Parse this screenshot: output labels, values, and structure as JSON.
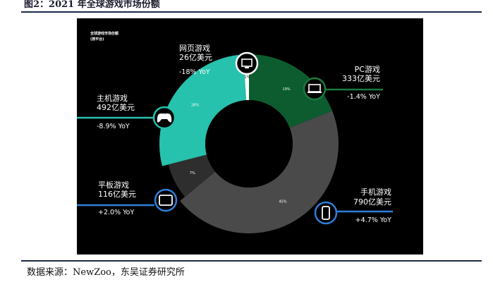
{
  "figure": {
    "title": "图2：2021 年全球游戏市场份额",
    "source": "数据来源：NewZoo，东吴证券研究所"
  },
  "panel": {
    "title_line1": "全球游戏市场份额",
    "title_line2": "(按平台)"
  },
  "colors": {
    "pc": "#0d5c2f",
    "mobile": "#4a4a4a",
    "tablet": "#2e2e2e",
    "console": "#26c2ad",
    "browser": "#ffffff",
    "hole": "#000000",
    "pc_ring": "#1b7a3e",
    "mobile_ring": "#2f7fd9",
    "tablet_ring": "#2f7fd9",
    "console_ring": "#26c2ad",
    "browser_ring": "#ffffff"
  },
  "chart_data": {
    "type": "pie",
    "style": "donut",
    "slices": [
      {
        "key": "pc",
        "name": "PC游戏",
        "value_text": "333亿美元",
        "yoy": "-1.4% YoY",
        "percent_label": "19%",
        "share": 19
      },
      {
        "key": "mobile",
        "name": "手机游戏",
        "value_text": "790亿美元",
        "yoy": "+4.7% YoY",
        "percent_label": "45%",
        "share": 45
      },
      {
        "key": "tablet",
        "name": "平板游戏",
        "value_text": "116亿美元",
        "yoy": "+2.0% YoY",
        "percent_label": "7%",
        "share": 7
      },
      {
        "key": "console",
        "name": "主机游戏",
        "value_text": "492亿美元",
        "yoy": "-8.9% YoY",
        "percent_label": "28%",
        "share": 28
      },
      {
        "key": "browser",
        "name": "网页游戏",
        "value_text": "26亿美元",
        "yoy": "-18% YoY",
        "percent_label": "1%",
        "share": 1
      }
    ],
    "icons": {
      "pc": "laptop-icon",
      "mobile": "smartphone-icon",
      "tablet": "tablet-icon",
      "console": "gamepad-icon",
      "browser": "monitor-icon"
    }
  }
}
